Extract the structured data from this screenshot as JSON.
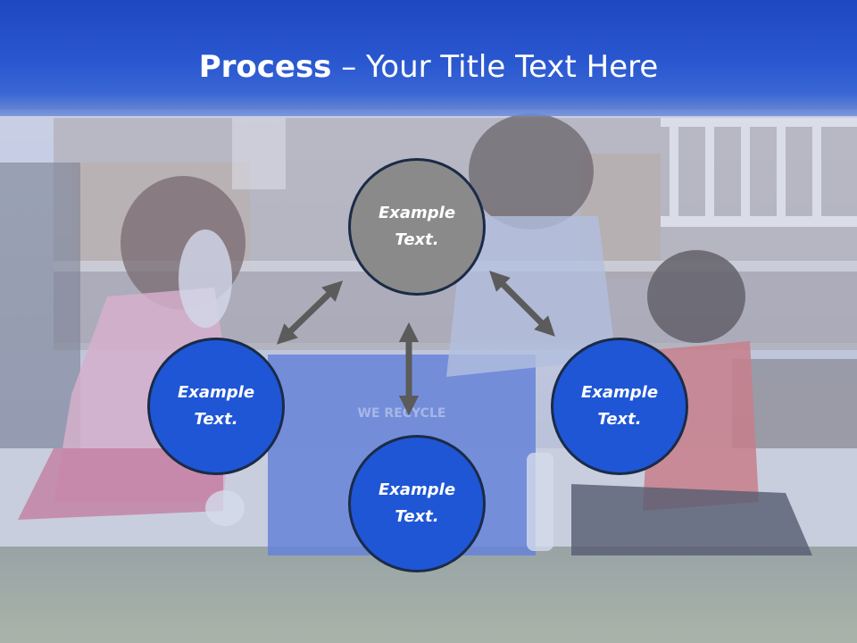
{
  "title": {
    "bold": "Process",
    "rest": " – Your Title Text Here"
  },
  "photo": {
    "sign_text": "WE RECYCLE"
  },
  "nodes": [
    {
      "label": "Example Text.",
      "color": "#8a8a8a"
    },
    {
      "label": "Example Text.",
      "color": "#1f56d6"
    },
    {
      "label": "Example Text.",
      "color": "#1f56d6"
    },
    {
      "label": "Example Text.",
      "color": "#1f56d6"
    }
  ],
  "colors": {
    "header": "#2450cc",
    "arrow": "#5b5b5b",
    "circle_border": "#1b2b47"
  }
}
